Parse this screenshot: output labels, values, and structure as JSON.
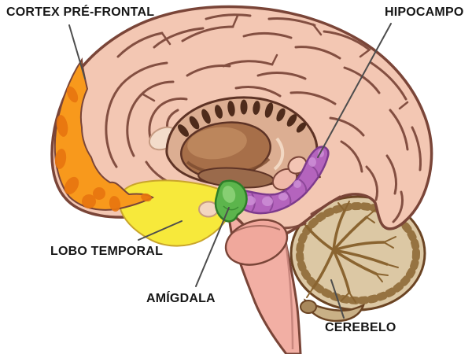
{
  "labels": {
    "prefrontal_cortex": "CORTEX PRÉ-FRONTAL",
    "hippocampus": "HIPOCAMPO",
    "temporal_lobe": "LOBO TEMPORAL",
    "amygdala": "AMÍGDALA",
    "cerebellum": "CEREBELO"
  },
  "colors": {
    "brain": "#F3C7B3",
    "outline": "#7A4538",
    "prefrontal": "#F8991C",
    "prefrontal_dark": "#E8750F",
    "temporal": "#F7E93B",
    "hippocampus": "#B464BD",
    "hippocampus_outline": "#7C3A8C",
    "amygdala": "#5CB54C",
    "amygdala_outline": "#2E7D28",
    "cerebellum": "#DCC8A4",
    "cerebellum_detail": "#8A6430",
    "brainstem": "#F2AFA4",
    "thalamus": "#A76F49",
    "pointer": "#4D4D4D",
    "label_text": "#161616"
  }
}
